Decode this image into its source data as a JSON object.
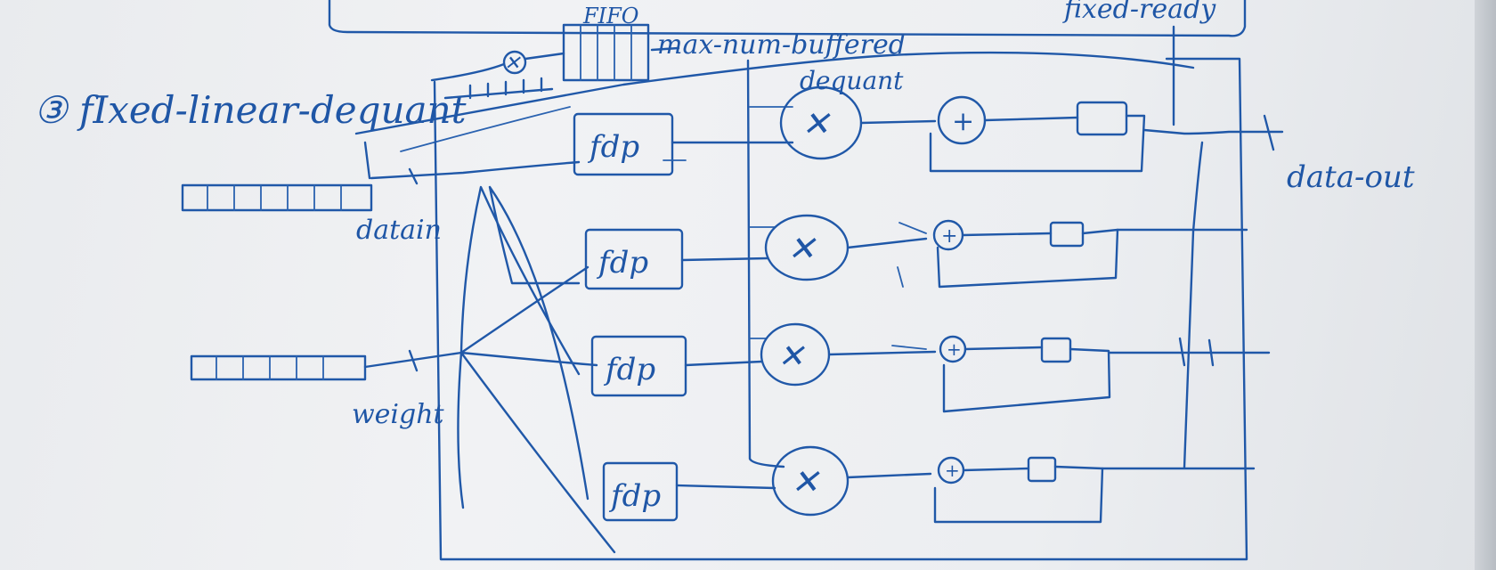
{
  "diagram": {
    "title": "③ fIxed-linear-dequant",
    "labels": {
      "fifo": "FIFO",
      "max_num_buffered": "max-num-buffered",
      "fixed_ready": "fixed-ready",
      "dequant": "dequant",
      "data_in": "datain",
      "weight": "weight",
      "data_out": "data-out"
    },
    "dot_product_units": [
      "fdp",
      "fdp",
      "fdp",
      "fdp"
    ],
    "multiplier_symbol": "✕",
    "adder_symbol": "+",
    "register_symbol": "□"
  },
  "colors": {
    "ink": "#2058a8",
    "paper": "#eef0f2"
  }
}
